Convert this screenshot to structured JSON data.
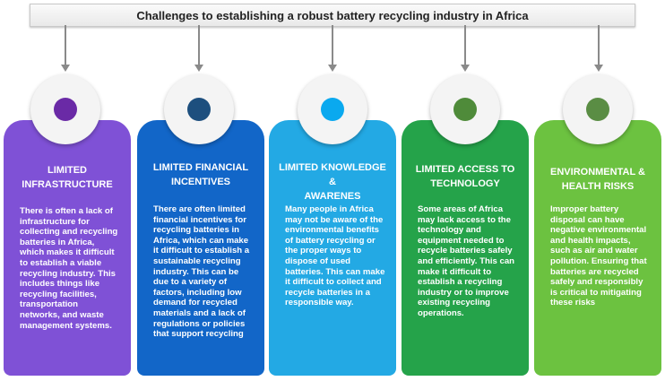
{
  "title": "Challenges to establishing a robust battery recycling industry in Africa",
  "cards": [
    {
      "heading": "LIMITED\nINFRASTRUCTURE",
      "body": "There is often a lack of infrastructure for collecting and recycling batteries in Africa, which makes it difficult to establish a viable recycling industry. This includes things like recycling facilities, transportation networks, and waste management systems.",
      "card_color": "#7f51d6",
      "dot_color": "#6a2aa6"
    },
    {
      "heading": "LIMITED FINANCIAL\nINCENTIVES",
      "body": "There are often limited financial incentives for recycling batteries in Africa, which can make it difficult to establish a sustainable recycling industry. This can be due to a variety of factors, including low demand for recycled materials and a lack of regulations or policies that support recycling",
      "card_color": "#1266c8",
      "dot_color": "#1d4f7e"
    },
    {
      "heading": "LIMITED KNOWLEDGE &\nAWARENES",
      "body": "Many people in Africa may not be aware of the environmental benefits of battery recycling or the proper ways to dispose of used batteries. This can make it difficult to collect and recycle batteries in a responsible way.",
      "card_color": "#23a9e4",
      "dot_color": "#0aa9ef"
    },
    {
      "heading": "LIMITED ACCESS TO\nTECHNOLOGY",
      "body": "Some areas of Africa may lack access to the technology and equipment needed to recycle batteries safely and efficiently. This can make it difficult to establish a recycling industry or to improve existing recycling operations.",
      "card_color": "#25a34a",
      "dot_color": "#4f8b3a"
    },
    {
      "heading": "ENVIRONMENTAL &\nHEALTH RISKS",
      "body": "Improper battery disposal can have negative environmental and health impacts, such as air and water pollution. Ensuring that batteries are recycled safely and responsibly is critical to mitigating these risks",
      "card_color": "#6cc240",
      "dot_color": "#5a8d44"
    }
  ]
}
